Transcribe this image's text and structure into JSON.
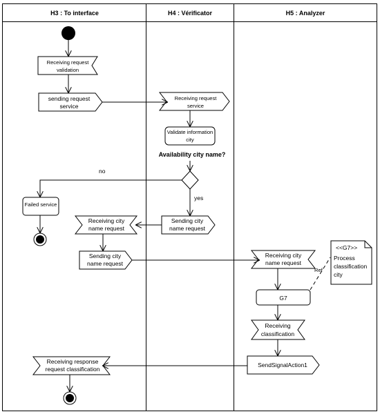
{
  "lanes": [
    {
      "id": "h3",
      "title": "H3 : To interface"
    },
    {
      "id": "h4",
      "title": "H4 : Vérificator"
    },
    {
      "id": "h5",
      "title": "H5 : Analyzer"
    }
  ],
  "nodes": {
    "recv_validation": [
      "Receiving request",
      "validation"
    ],
    "send_service": [
      "sending request",
      "service"
    ],
    "recv_service": [
      "Receiving request",
      "service"
    ],
    "validate_city": [
      "Validate information",
      "city"
    ],
    "failed_service": [
      "Failed service"
    ],
    "send_city_h4": [
      "Sending city",
      "name request"
    ],
    "recv_city_h3": [
      "Receiving city",
      "name request"
    ],
    "send_city_h3": [
      "Sending city",
      "name request"
    ],
    "recv_city_h5": [
      "Receiving city",
      "name request"
    ],
    "g7": [
      "G7"
    ],
    "recv_classification": [
      "Receiving",
      "classification"
    ],
    "send_signal": [
      "SendSignalAction1"
    ],
    "recv_response": [
      "Receiving response",
      "request classification"
    ]
  },
  "labels": {
    "decision_question": "Availability city name?",
    "guard_no": "no",
    "guard_yes": "yes",
    "ref_label": "Ref"
  },
  "note": {
    "stereotype": "<<G7>>",
    "lines": [
      "Process",
      "classification",
      "city"
    ]
  }
}
